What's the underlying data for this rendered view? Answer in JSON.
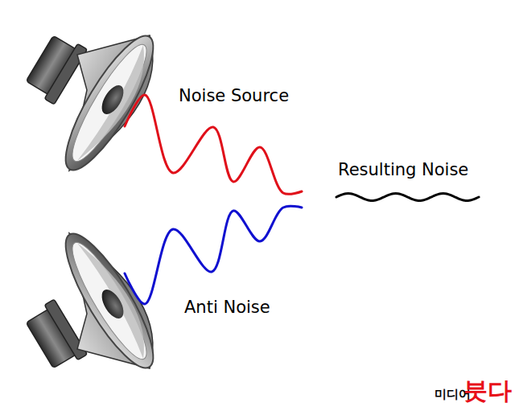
{
  "diagram": {
    "labels": [
      "Noise Source",
      "Resulting Noise",
      "Anti Noise",
      "미디어",
      "붓다"
    ]
  }
}
